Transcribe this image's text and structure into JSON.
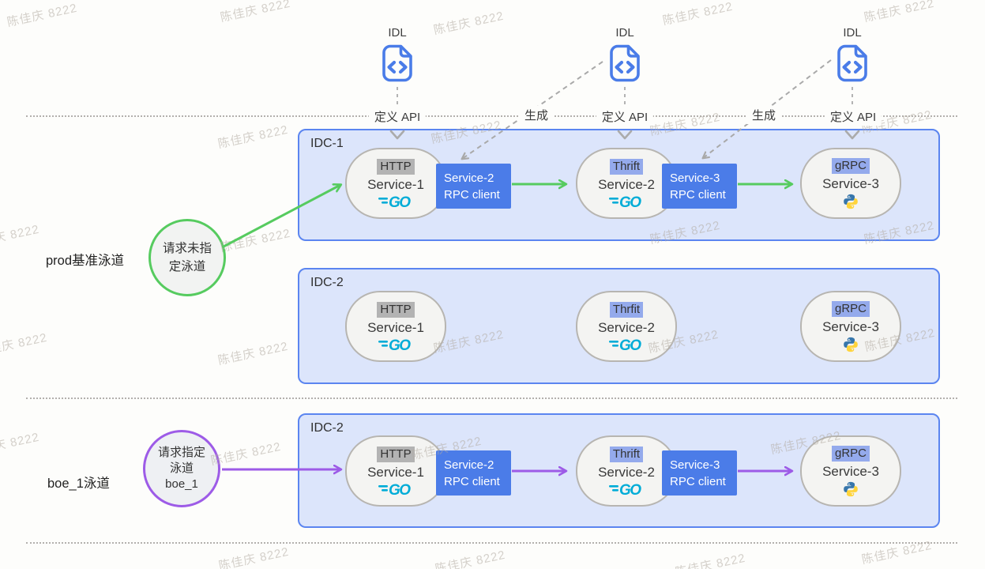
{
  "watermark": {
    "text": "陈佳庆 8222",
    "positions": [
      [
        8,
        8
      ],
      [
        278,
        2
      ],
      [
        548,
        18
      ],
      [
        838,
        6
      ],
      [
        1093,
        2
      ],
      [
        275,
        162
      ],
      [
        545,
        156
      ],
      [
        822,
        146
      ],
      [
        1090,
        143
      ],
      [
        -40,
        288
      ],
      [
        278,
        293
      ],
      [
        822,
        283
      ],
      [
        1093,
        283
      ],
      [
        -30,
        425
      ],
      [
        275,
        436
      ],
      [
        548,
        421
      ],
      [
        820,
        421
      ],
      [
        1094,
        419
      ],
      [
        -40,
        551
      ],
      [
        266,
        563
      ],
      [
        520,
        556
      ],
      [
        975,
        549
      ],
      [
        276,
        696
      ],
      [
        550,
        700
      ],
      [
        854,
        704
      ],
      [
        1090,
        688
      ]
    ]
  },
  "idl": {
    "label": "IDL",
    "define_api": "定义 API",
    "generate": "生成"
  },
  "lanes": [
    {
      "label": "prod基准泳道",
      "circle_line1": "请求未指",
      "circle_line2": "定泳道"
    },
    {
      "label": "boe_1泳道",
      "circle_line1": "请求指定",
      "circle_line2": "泳道",
      "circle_line3": "boe_1"
    }
  ],
  "boxes": [
    {
      "label": "IDC-1",
      "services": [
        {
          "name": "Service-1",
          "protocol": "HTTP"
        },
        {
          "name": "Service-2",
          "protocol": "Thrift"
        },
        {
          "name": "Service-3",
          "protocol": "gRPC"
        }
      ],
      "clients": [
        {
          "line1": "Service-2",
          "line2": "RPC client"
        },
        {
          "line1": "Service-3",
          "line2": "RPC client"
        }
      ]
    },
    {
      "label": "IDC-2",
      "services": [
        {
          "name": "Service-1",
          "protocol": "HTTP"
        },
        {
          "name": "Service-2",
          "protocol": "Thrfit"
        },
        {
          "name": "Service-3",
          "protocol": "gRPC"
        }
      ]
    },
    {
      "label": "IDC-2",
      "services": [
        {
          "name": "Service-1",
          "protocol": "HTTP"
        },
        {
          "name": "Service-2",
          "protocol": "Thrift"
        },
        {
          "name": "Service-3",
          "protocol": "gRPC"
        }
      ],
      "clients": [
        {
          "line1": "Service-2",
          "line2": "RPC client"
        },
        {
          "line1": "Service-3",
          "line2": "RPC client"
        }
      ]
    }
  ],
  "go_label": "GO",
  "colors": {
    "green": "#56cb5f",
    "purple": "#9d5be7",
    "box_border": "#5b85f0",
    "box_bg": "#dce5fb",
    "rpc_bg": "#4b7ce8",
    "idl_blue": "#4a7ce8",
    "go_cyan": "#00acd7",
    "badge_gray": "#b3b3b3",
    "badge_blue": "#94aaec"
  }
}
